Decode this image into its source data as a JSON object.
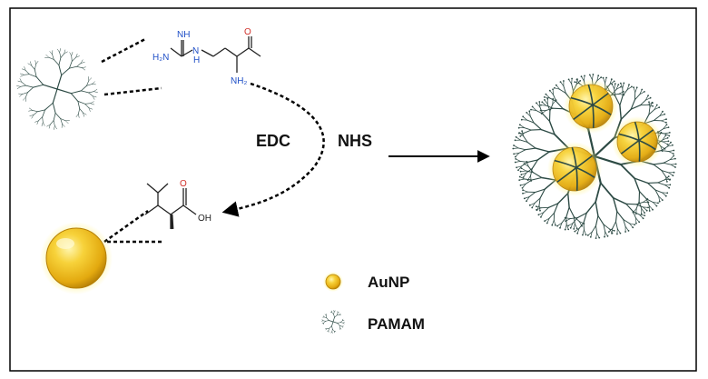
{
  "reagents": {
    "left": "EDC",
    "right": "NHS"
  },
  "molecule_top": {
    "atoms": [
      "NH",
      "H₂N",
      "N",
      "H",
      "O",
      "NH₂"
    ]
  },
  "molecule_bottom": {
    "atoms": [
      "O",
      "OH"
    ]
  },
  "legend": [
    {
      "icon": "gold-nanoparticle-icon",
      "label": "AuNP"
    },
    {
      "icon": "dendrimer-icon",
      "label": "PAMAM"
    }
  ],
  "colors": {
    "gold": "#f2c21a",
    "gold_dark": "#c9900a",
    "dendrimer": "#2c4a44",
    "frame": "#000000",
    "nitrogen": "#1f4fc7",
    "oxygen": "#d0302a"
  }
}
